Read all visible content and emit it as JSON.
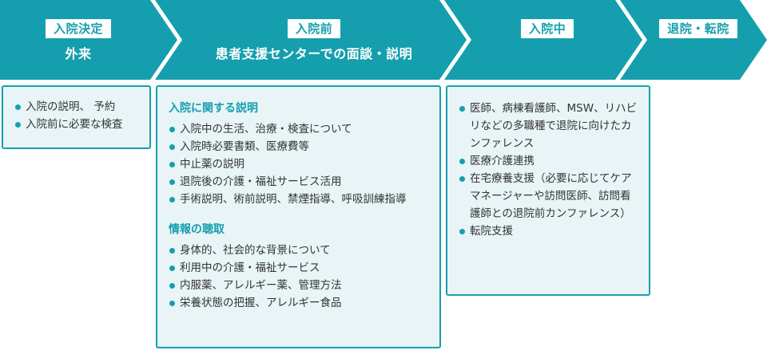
{
  "stages": [
    {
      "label": "入院決定",
      "sub": "外来"
    },
    {
      "label": "入院前",
      "sub": "患者支援センターでの面談・説明"
    },
    {
      "label": "入院中",
      "sub": ""
    },
    {
      "label": "退院・転院",
      "sub": ""
    }
  ],
  "colors": {
    "accent": "#159fae",
    "box_bg": "#e8f4f6",
    "text": "#333333"
  },
  "boxes": {
    "decision": {
      "items": [
        "入院の説明、 予約",
        "入院前に必要な検査"
      ]
    },
    "pre": {
      "section1_title": "入院に関する説明",
      "section1_items": [
        "入院中の生活、治療・検査について",
        "入院時必要書類、医療費等",
        "中止薬の説明",
        "退院後の介護・福祉サービス活用",
        "手術説明、術前説明、禁煙指導、呼吸訓練指導"
      ],
      "section2_title": "情報の聴取",
      "section2_items": [
        "身体的、社会的な背景について",
        "利用中の介護・福祉サービス",
        "内服薬、アレルギー薬、管理方法",
        "栄養状態の把握、アレルギー食品"
      ]
    },
    "during": {
      "items": [
        "医師、病棟看護師、MSW、リハビリなどの多職種で退院に向けたカンファレンス",
        "医療介護連携",
        "在宅療養支援（必要に応じてケアマネージャーや訪問医師、訪問看護師との退院前カンファレンス）",
        "転院支援"
      ]
    }
  }
}
